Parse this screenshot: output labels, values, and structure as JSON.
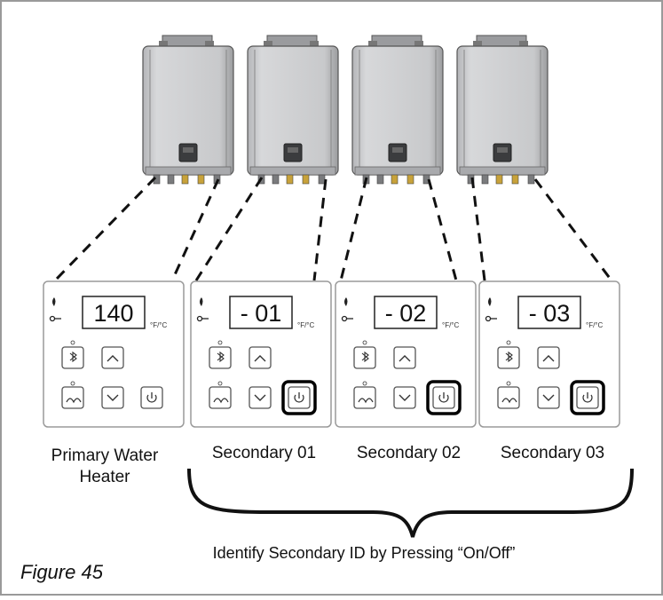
{
  "figure_label": "Figure 45",
  "instruction": "Identify Secondary ID by Pressing “On/Off”",
  "unit_label": "°F/°C",
  "panels": [
    {
      "display": "140",
      "caption_line1": "Primary Water",
      "caption_line2": "Heater",
      "power_highlighted": false
    },
    {
      "display": "- 01",
      "caption_line1": "Secondary 01",
      "caption_line2": "",
      "power_highlighted": true
    },
    {
      "display": "- 02",
      "caption_line1": "Secondary 02",
      "caption_line2": "",
      "power_highlighted": true
    },
    {
      "display": "- 03",
      "caption_line1": "Secondary 03",
      "caption_line2": "",
      "power_highlighted": true
    }
  ],
  "icons": [
    "flame-icon",
    "key-icon",
    "bluetooth-icon",
    "up-arrow-icon",
    "recirculation-icon",
    "down-arrow-icon",
    "power-icon"
  ],
  "colors": {
    "border": "#9a9a9a",
    "heater_body": "#c9cacc",
    "heater_dark": "#8a8b8d",
    "dash": "#111111",
    "highlight": "#000000"
  }
}
